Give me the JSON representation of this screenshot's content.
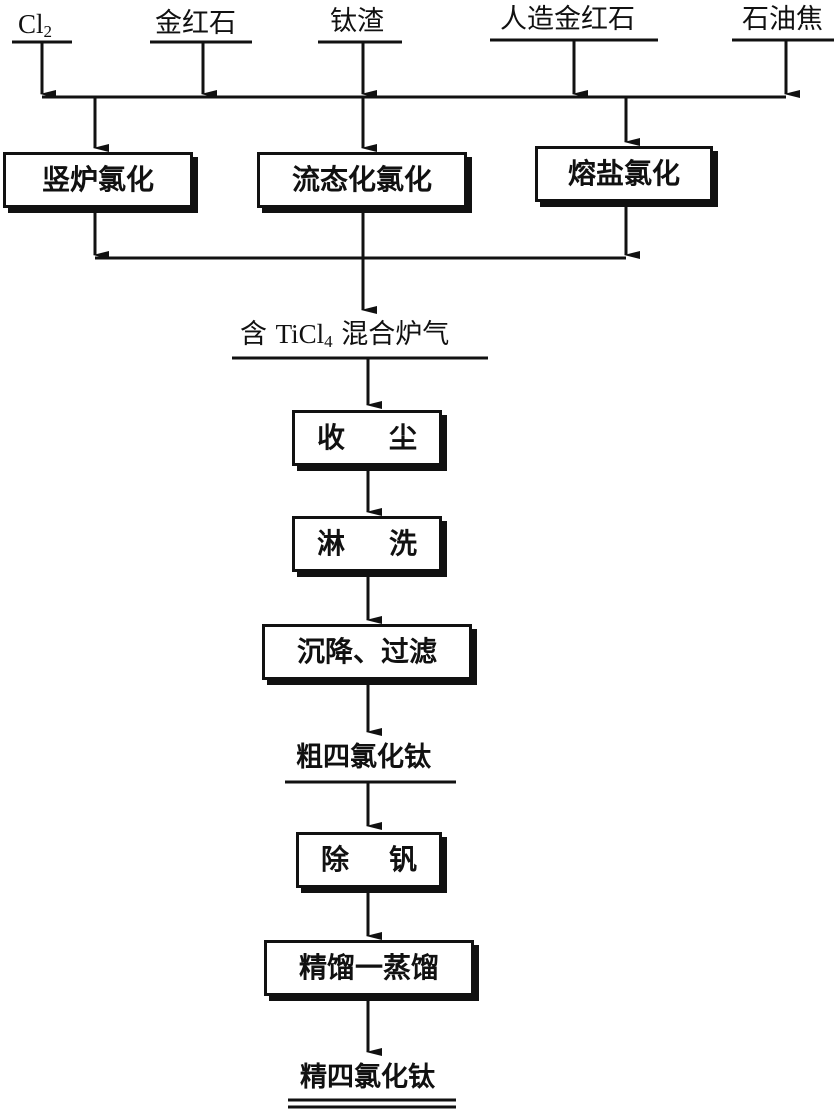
{
  "inputs": {
    "cl2_text": "Cl",
    "cl2_sub": "2",
    "rutile": "金红石",
    "titanium_slag": "钛渣",
    "synthetic_rutile": "人造金红石",
    "petroleum_coke": "石油焦"
  },
  "processes": {
    "shaft_furnace": "竖炉氯化",
    "fluidized_bed": "流态化氯化",
    "molten_salt": "熔盐氯化"
  },
  "intermediate": {
    "mixed_gas_prefix": "含",
    "mixed_gas_formula": "TiCl",
    "mixed_gas_sub": "4",
    "mixed_gas_suffix": "混合炉气"
  },
  "steps": {
    "dust_collect_1": "收",
    "dust_collect_2": "尘",
    "scrub_1": "淋",
    "scrub_2": "洗",
    "settle_filter": "沉降、过滤",
    "crude_ticl4": "粗四氯化钛",
    "remove_v_1": "除",
    "remove_v_2": "钒",
    "distill": "精馏一蒸馏",
    "pure_ticl4": "精四氯化钛"
  }
}
